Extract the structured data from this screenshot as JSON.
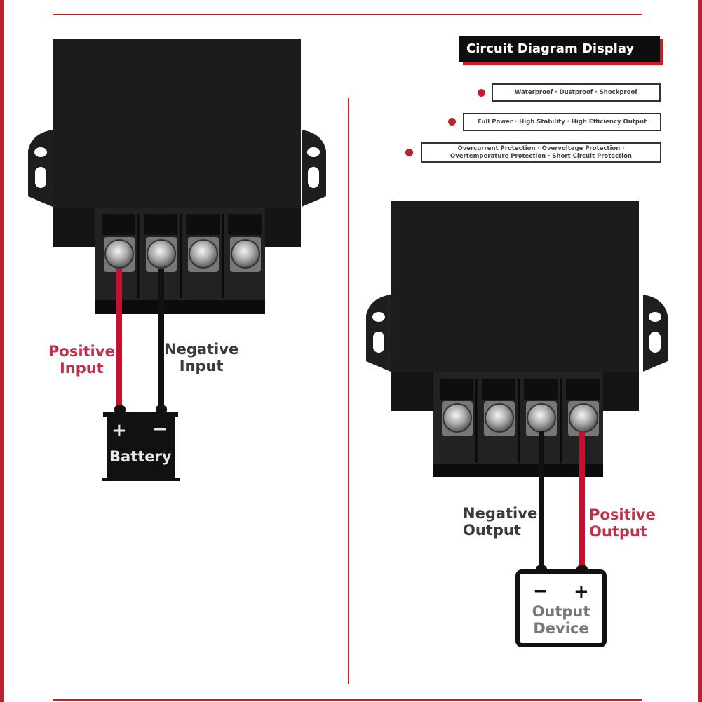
{
  "title": "Circuit Diagram Display",
  "features": [
    {
      "lines": [
        "Waterproof · Dustproof · Shockproof"
      ]
    },
    {
      "lines": [
        "Full Power · High Stability · High Efficiency Output"
      ]
    },
    {
      "lines": [
        "Overcurrent Protection · Overvoltage Protection ·",
        "Overtemperature Protection · Short Circuit Protection"
      ]
    }
  ],
  "input": {
    "positive_label": [
      "Positive",
      "Input"
    ],
    "negative_label": [
      "Negative",
      "Input"
    ],
    "battery_label": "Battery",
    "plus_symbol": "+",
    "minus_symbol": "−"
  },
  "output": {
    "negative_label": [
      "Negative",
      "Output"
    ],
    "positive_label": [
      "Positive",
      "Output"
    ],
    "device_label": [
      "Output",
      "Device"
    ],
    "plus_symbol": "+",
    "minus_symbol": "−"
  },
  "colors": {
    "accent_red": "#c0202a",
    "wire_red": "#c8102e",
    "wire_black": "#111111",
    "module_body": "#1c1c1c"
  }
}
